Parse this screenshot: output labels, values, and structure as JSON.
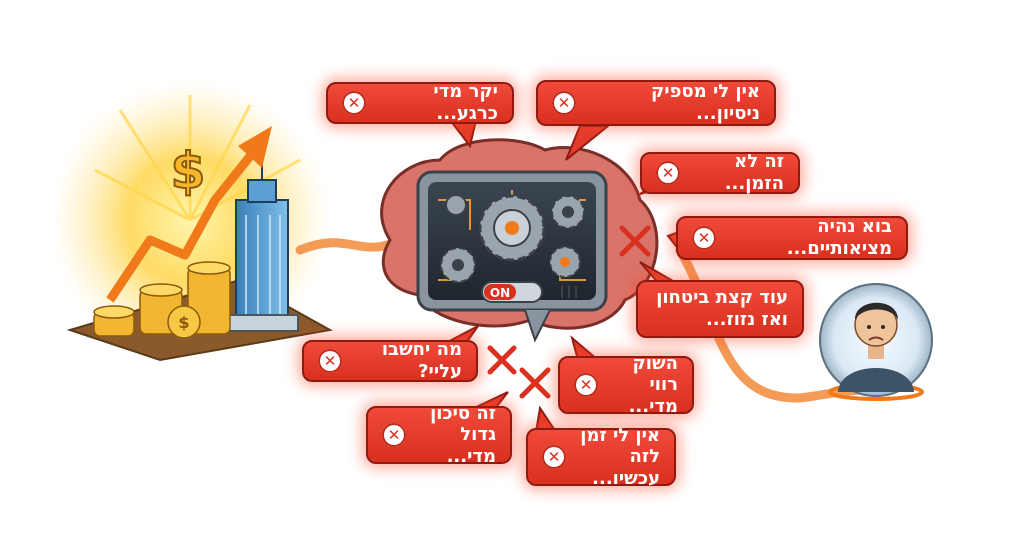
{
  "objections": [
    {
      "id": "expensive",
      "text": "יקר מדי כרגע..."
    },
    {
      "id": "no-experience",
      "text": "אין לי מספיק ניסיון..."
    },
    {
      "id": "not-the-time",
      "text": "זה לא הזמן..."
    },
    {
      "id": "be-realistic",
      "text": "בוא נהיה מציאותיים..."
    },
    {
      "id": "more-confidence",
      "text": "עוד קצת ביטחון\nואז נזוז..."
    },
    {
      "id": "what-will-they-think",
      "text": "מה יחשבו עליי?"
    },
    {
      "id": "market-saturated",
      "text": "השוק רווי\nמדי..."
    },
    {
      "id": "too-risky",
      "text": "זה סיכון\nגדול מדי..."
    },
    {
      "id": "no-time-now",
      "text": "אין לי זמן\nלזה עכשיו..."
    }
  ],
  "machine": {
    "switch_label": "ON"
  },
  "icons": {
    "objection": "close-circle-icon",
    "wealth": "dollar-sign-icon",
    "growth": "arrow-up-trend-icon",
    "blocker": "red-x-icon",
    "person": "worried-person-icon"
  },
  "colors": {
    "bubble": "#e23b2b",
    "bubble_border": "#8e1a10",
    "path": "#f28a3a",
    "gold": "#f2b630",
    "glow": "#ffd54a"
  }
}
